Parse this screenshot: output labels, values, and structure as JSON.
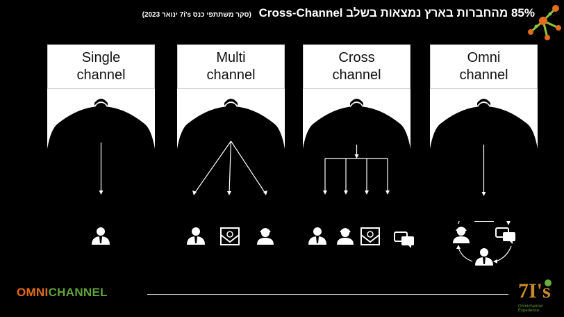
{
  "header": {
    "title": "85% מהחברות בארץ נמצאות בשלב Cross-Channel",
    "subtitle": "(סקר משתתפי כנס 7i's ינואר 2023)"
  },
  "columns": [
    {
      "name": "Single\nchannel"
    },
    {
      "name": "Multi\nchannel"
    },
    {
      "name": "Cross\nchannel"
    },
    {
      "name": "Omni\nchannel"
    }
  ],
  "footer": {
    "label_part1": "OMNI",
    "label_part2": "CHANNEL"
  },
  "logo": {
    "text": "7I's",
    "tagline": "Omnichannel Experience"
  },
  "colors": {
    "background": "#000000",
    "accent_orange": "#e36c1f",
    "accent_green": "#5ea33a",
    "logo_gold": "#c98a2a"
  },
  "icons": {
    "person": "person-icon",
    "agent": "agent-icon",
    "email": "email-icon",
    "headset": "headset-agent-icon",
    "chat": "chat-bubbles-icon"
  }
}
